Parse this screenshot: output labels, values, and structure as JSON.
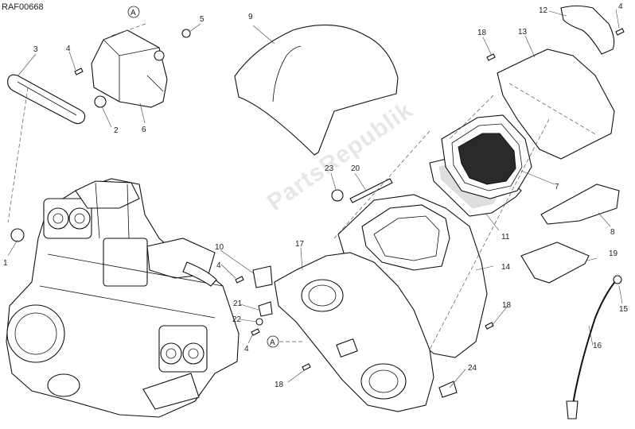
{
  "diagram": {
    "code": "RAF00668",
    "watermark": "PartsRepublik",
    "callouts": {
      "c1": "1",
      "c2": "2",
      "c3": "3",
      "c4a": "4",
      "c4b": "4",
      "c4c": "4",
      "c4d": "4",
      "c5": "5",
      "c6": "6",
      "c7": "7",
      "c8": "8",
      "c9": "9",
      "c10": "10",
      "c11": "11",
      "c12": "12",
      "c13": "13",
      "c14": "14",
      "c15": "15",
      "c16": "16",
      "c17": "17",
      "c18a": "18",
      "c18b": "18",
      "c18c": "18",
      "c19": "19",
      "c20": "20",
      "c21": "21",
      "c22": "22",
      "c23": "23",
      "c24": "24"
    },
    "ref_marker": "A"
  }
}
